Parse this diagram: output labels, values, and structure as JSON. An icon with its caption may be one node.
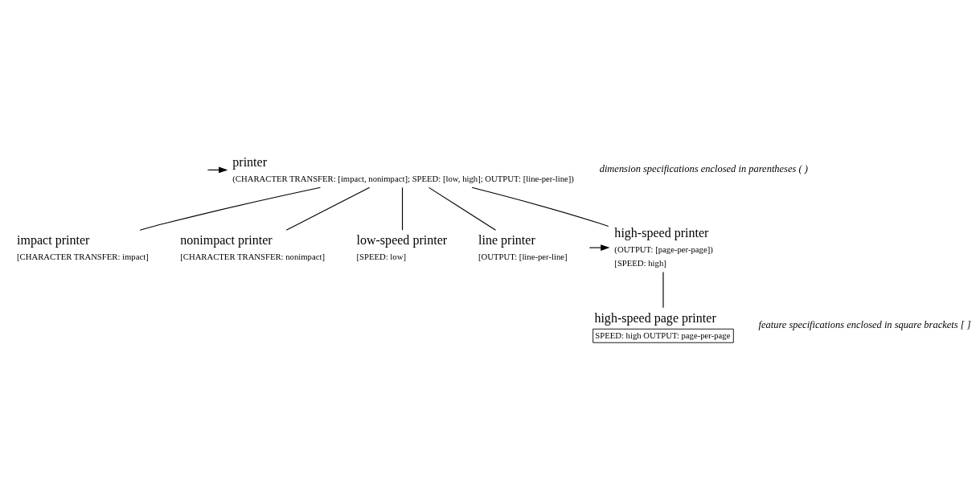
{
  "diagram": {
    "nodes": [
      {
        "text": [
          "printer",
          "(CHARACTER TRANSFER: [impact, nonimpact]; SPEED: [low, high]; OUTPUT: [line-per-line])"
        ]
      },
      {
        "text": [
          "impact printer",
          "[CHARACTER TRANSFER: impact]"
        ]
      },
      {
        "text": [
          "nonimpact printer",
          "[CHARACTER TRANSFER: nonimpact]"
        ]
      },
      {
        "text": [
          "low-speed printer",
          "[SPEED: low]"
        ]
      },
      {
        "text": [
          "high-speed printer",
          "(OUTPUT: [page-per-page])",
          "[SPEED: high]"
        ]
      },
      {
        "text": [
          "line printer",
          "[OUTPUT: [line-per-line]"
        ]
      },
      {
        "text": [
          "high-speed page printer",
          "SPEED: high OUTPUT: page-per-page"
        ]
      }
    ],
    "edges": [
      {
        "from": null,
        "to": 0,
        "arrow": "to"
      },
      {
        "from": 0,
        "to": 1,
        "arrow": "none"
      },
      {
        "from": 0,
        "to": 2,
        "arrow": "none"
      },
      {
        "from": 0,
        "to": 3,
        "arrow": "none"
      },
      {
        "from": 0,
        "to": 4,
        "arrow": "none"
      },
      {
        "from": 0,
        "to": 5,
        "arrow": "none"
      },
      {
        "from": null,
        "to": 4,
        "arrow": "to"
      },
      {
        "from": 4,
        "to": 6,
        "arrow": "none"
      }
    ],
    "labels": [
      "dimension specifications enclosed in parentheses ( )",
      "feature specifications enclosed in square brackets [ ]"
    ]
  }
}
